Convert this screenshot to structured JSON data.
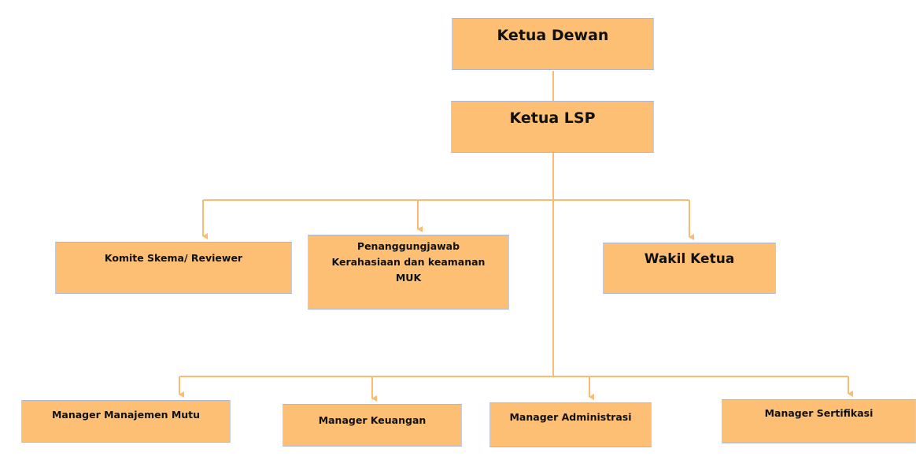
{
  "diagram": {
    "type": "org-chart",
    "line_color": "#fbbb72",
    "box_color": "#fdbf73",
    "nodes": {
      "ketua_dewan": "Ketua Dewan",
      "ketua_lsp": "Ketua LSP",
      "komite_skema": "Komite Skema/ Reviewer",
      "penanggungjawab": [
        "Penanggungjawab",
        "Kerahasiaan dan keamanan",
        "MUK"
      ],
      "wakil_ketua": "Wakil Ketua",
      "manager_mutu": "Manager Manajemen Mutu",
      "manager_keuangan": "Manager Keuangan",
      "manager_administrasi": "Manager Administrasi",
      "manager_sertifikasi": "Manager Sertifikasi"
    },
    "edges": [
      [
        "Ketua Dewan",
        "Ketua LSP"
      ],
      [
        "Ketua LSP",
        "Komite Skema/ Reviewer"
      ],
      [
        "Ketua LSP",
        "Penanggungjawab Kerahasiaan dan keamanan MUK"
      ],
      [
        "Ketua LSP",
        "Wakil Ketua"
      ],
      [
        "Ketua LSP",
        "Manager Manajemen Mutu"
      ],
      [
        "Ketua LSP",
        "Manager Keuangan"
      ],
      [
        "Ketua LSP",
        "Manager Administrasi"
      ],
      [
        "Ketua LSP",
        "Manager Sertifikasi"
      ]
    ]
  }
}
